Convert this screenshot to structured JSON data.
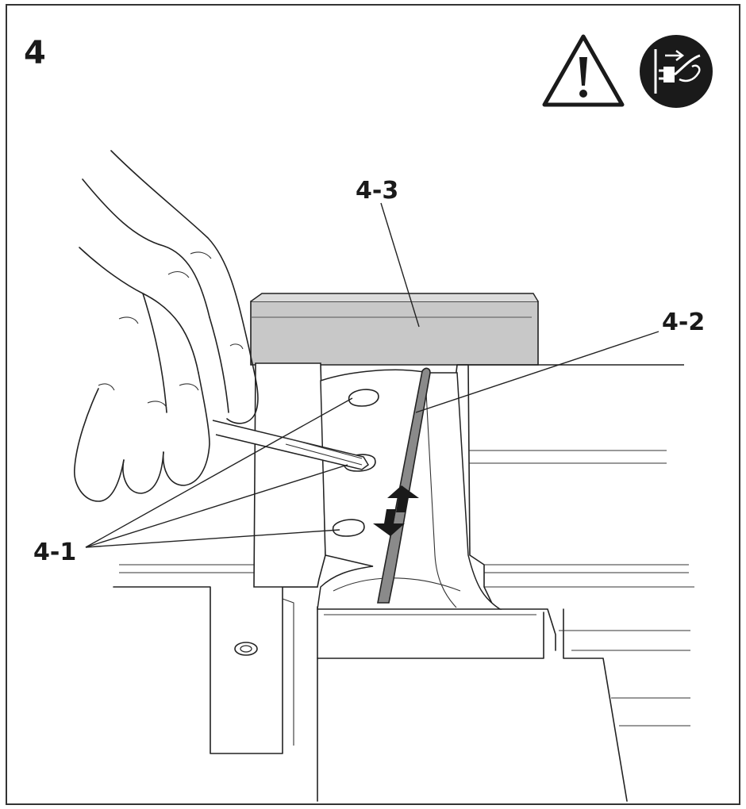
{
  "step_number": "4",
  "labels": {
    "latch_pins": "4-1",
    "blade": "4-2",
    "cover": "4-3"
  },
  "icons": [
    "warning-icon",
    "unplug-icon"
  ],
  "colors": {
    "line": "#1a1a1a",
    "cover_fill": "#c8c8c8",
    "blade_fill": "#8a8a8a",
    "icon_fill": "#1a1a1a"
  }
}
